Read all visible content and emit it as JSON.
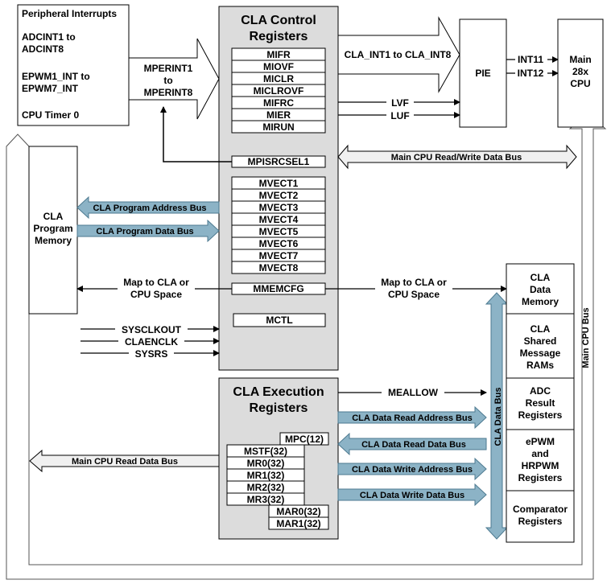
{
  "peripheral_interrupts": {
    "title": "Peripheral Interrupts",
    "item1_line1": "ADCINT1 to",
    "item1_line2": "ADCINT8",
    "item2_line1": "EPWM1_INT  to",
    "item2_line2": "EPWM7_INT",
    "item3": "CPU Timer 0"
  },
  "mperint": {
    "line1": "MPERINT1",
    "line2": "to",
    "line3": "MPERINT8"
  },
  "control": {
    "title_line1": "CLA Control",
    "title_line2": "Registers",
    "regs": [
      "MIFR",
      "MIOVF",
      "MICLR",
      "MICLROVF",
      "MIFRC",
      "MIER",
      "MIRUN"
    ],
    "mpisrcsel": "MPISRCSEL1",
    "vectors": [
      "MVECT1",
      "MVECT2",
      "MVECT3",
      "MVECT4",
      "MVECT5",
      "MVECT6",
      "MVECT7",
      "MVECT8"
    ],
    "mmemcfg": "MMEMCFG",
    "mctl": "MCTL"
  },
  "cla_int_label": "CLA_INT1 to CLA_INT8",
  "pie": "PIE",
  "int11": "INT11",
  "int12": "INT12",
  "main_cpu": {
    "line1": "Main",
    "line2": "28x",
    "line3": "CPU"
  },
  "lvf": "LVF",
  "luf": "LUF",
  "main_cpu_rw_bus": "Main CPU Read/Write Data Bus",
  "program_memory": {
    "line1": "CLA",
    "line2": "Program",
    "line3": "Memory"
  },
  "prog_addr_bus": "CLA Program Address Bus",
  "prog_data_bus": "CLA Program Data Bus",
  "map_left": {
    "line1": "Map to CLA or",
    "line2": "CPU Space"
  },
  "map_right": {
    "line1": "Map to CLA or",
    "line2": "CPU Space"
  },
  "clocks": [
    "SYSCLKOUT",
    "CLAENCLK",
    "SYSRS"
  ],
  "execution": {
    "title_line1": "CLA Execution",
    "title_line2": "Registers",
    "mpc": "MPC(12)",
    "mstf": "MSTF(32)",
    "mr": [
      "MR0(32)",
      "MR1(32)",
      "MR2(32)",
      "MR3(32)"
    ],
    "mar": [
      "MAR0(32)",
      "MAR1(32)"
    ]
  },
  "meallow": "MEALLOW",
  "data_buses": [
    "CLA Data Read Address Bus",
    "CLA Data Read Data Bus",
    "CLA Data Write Address Bus",
    "CLA Data Write Data Bus"
  ],
  "main_cpu_read_bus": "Main CPU Read Data Bus",
  "cla_data_bus": "CLA Data Bus",
  "main_cpu_bus": "Main CPU Bus",
  "memories": {
    "data_memory": [
      "CLA",
      "Data",
      "Memory"
    ],
    "shared": [
      "CLA",
      "Shared",
      "Message",
      "RAMs"
    ],
    "adc": [
      "ADC",
      "Result",
      "Registers"
    ],
    "epwm": [
      "ePWM",
      "and",
      "HRPWM",
      "Registers"
    ],
    "comparator": [
      "Comparator",
      "Registers"
    ]
  },
  "colors": {
    "bus_fill": "#8cb3c6",
    "panel_fill": "#dcdcdc",
    "hollow_fill": "#ffffff"
  }
}
